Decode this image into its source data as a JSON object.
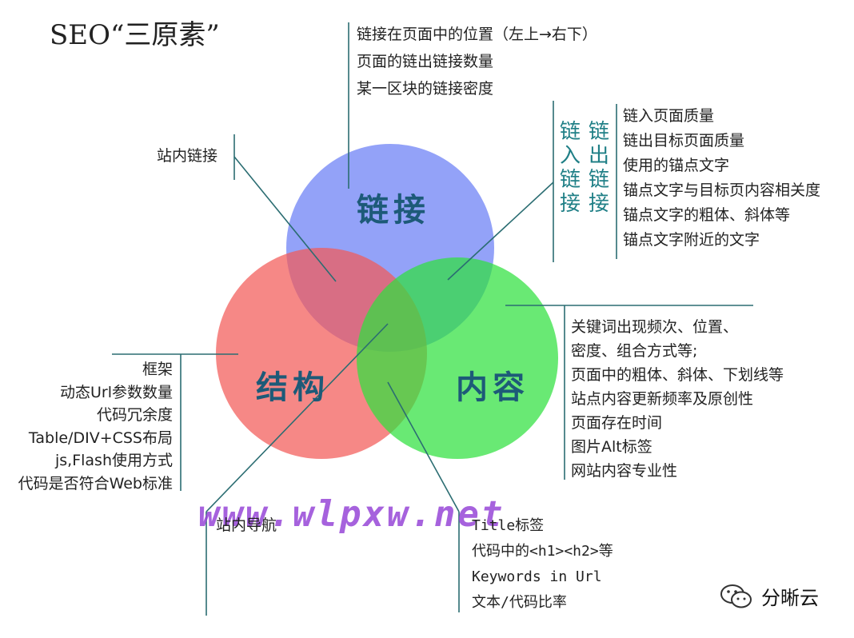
{
  "title": "SEO“三原素”",
  "circles": {
    "link": {
      "label": "链接",
      "color": "#7b8ef6"
    },
    "structure": {
      "label": "结构",
      "color": "#f25a57"
    },
    "content": {
      "label": "内容",
      "color": "#2fe13e"
    }
  },
  "top_notes": [
    "链接在页面中的位置（左上→右下）",
    "页面的链出链接数量",
    "某一区块的链接密度"
  ],
  "inner_link_label": "站内链接",
  "link_in_label": "链入链接",
  "link_out_label": "链出链接",
  "anchor_notes": [
    "链入页面质量",
    "链出目标页面质量",
    "使用的锚点文字",
    "锚点文字与目标页内容相关度",
    "锚点文字的粗体、斜体等",
    "锚点文字附近的文字"
  ],
  "content_notes": [
    "关键词出现频次、位置、",
    "密度、组合方式等;",
    "页面中的粗体、斜体、下划线等",
    "站点内容更新频率及原创性",
    "页面存在时间",
    "图片Alt标签",
    "网站内容专业性"
  ],
  "structure_notes": [
    "框架",
    "动态Url参数数量",
    "代码冗余度",
    "Table/DIV+CSS布局",
    "js,Flash使用方式",
    "代码是否符合Web标准"
  ],
  "nav_label": "站内导航",
  "tag_notes": [
    "Title标签",
    "代码中的<h1><h2>等",
    "Keywords in Url",
    "文本/代码比率"
  ],
  "watermark": "www.wlpxw.net",
  "brand": "分晰云"
}
